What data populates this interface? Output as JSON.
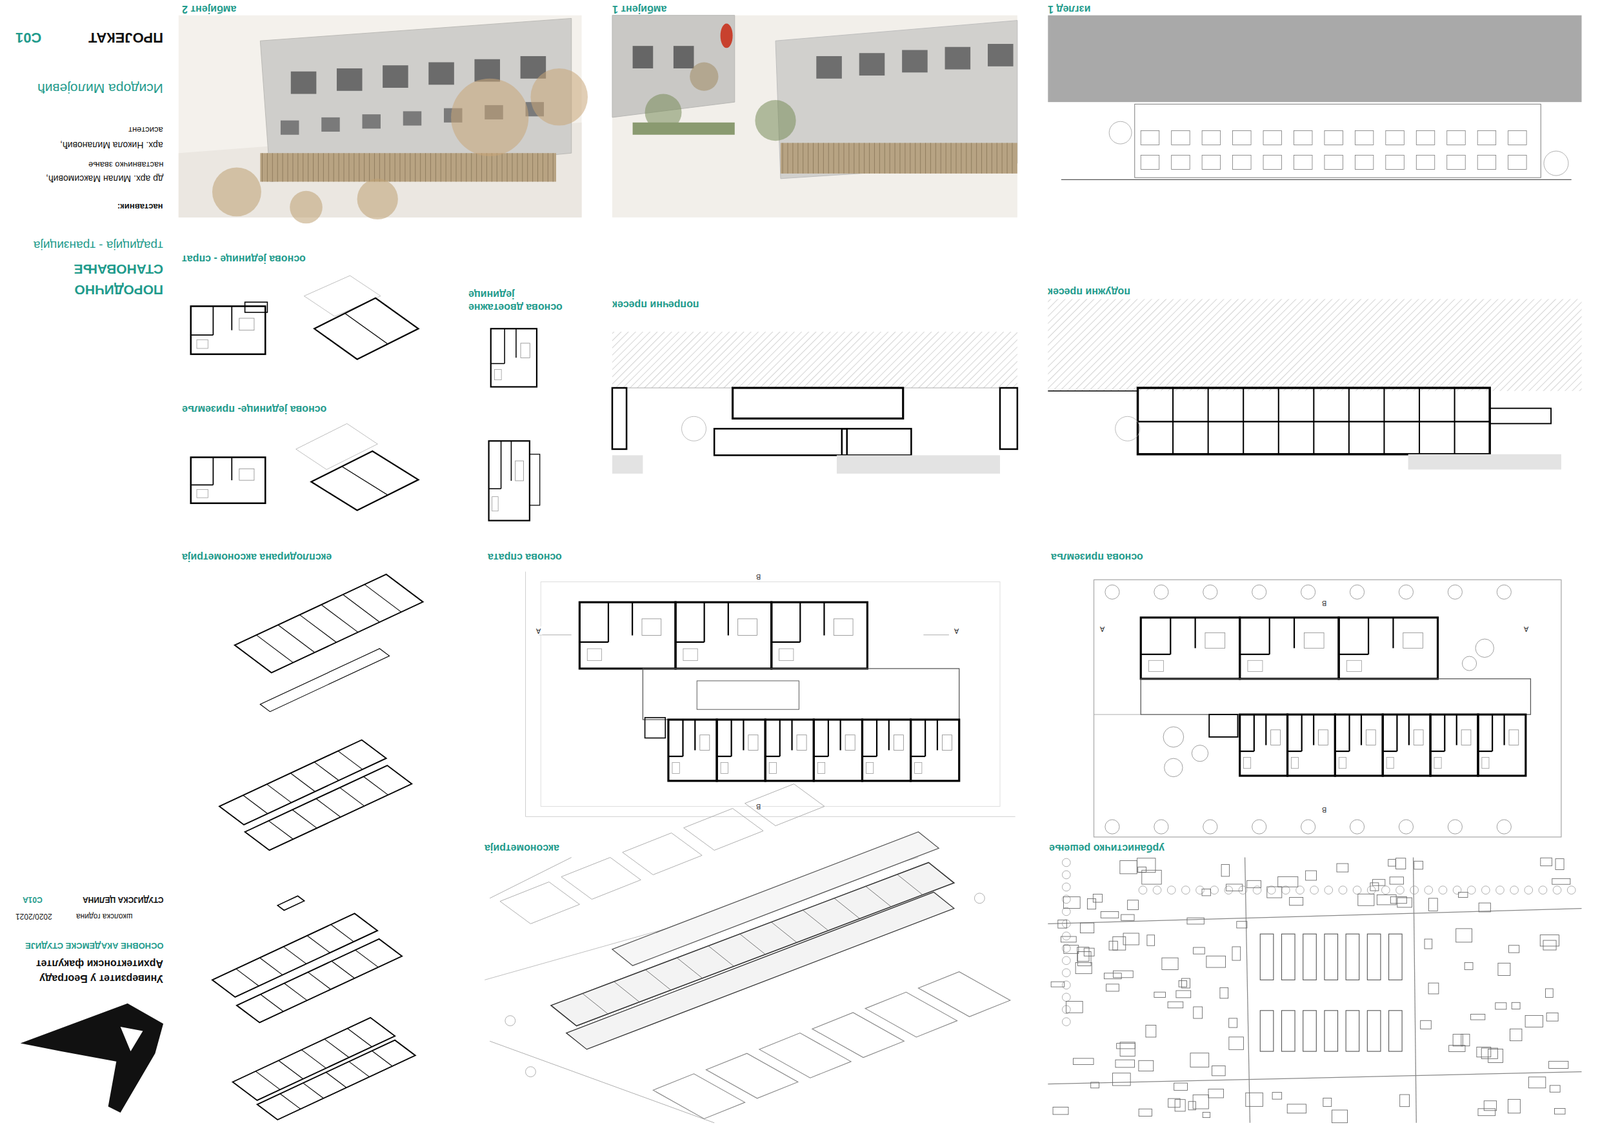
{
  "diagram": {
    "title": "ПОРОДИЧНО СТАНОВАЊЕ",
    "labels": [
      "ПРОЈЕКАТ",
      "С01",
      "Исидора Милојевић",
      "наставник:",
      "др арх. Милан Максимовић,",
      "наставничко звање",
      "арх. Никола Милановић,",
      "асистент",
      "традиција - транзиција",
      "Универзитет у Београду",
      "Архитектонски факултет",
      "ОСНОВНЕ АКАДЕМСКЕ СТУДИЈЕ",
      "школска година",
      "2020/2021",
      "СТУДИЈСКА ЦЕЛИНА",
      "С01А",
      "амбијент 2",
      "амбијент 1",
      "изглед 1",
      "основа јединице - спрат",
      "основа двоетажне јединице",
      "попречни пресек",
      "подужни пресек",
      "основа јединице- приземље",
      "експлодирана аксонометрија",
      "основа спрата",
      "основа приземља",
      "аксонометрија",
      "урбанистичко решење",
      "A",
      "A",
      "B",
      "B",
      "A",
      "A",
      "B",
      "B"
    ]
  }
}
